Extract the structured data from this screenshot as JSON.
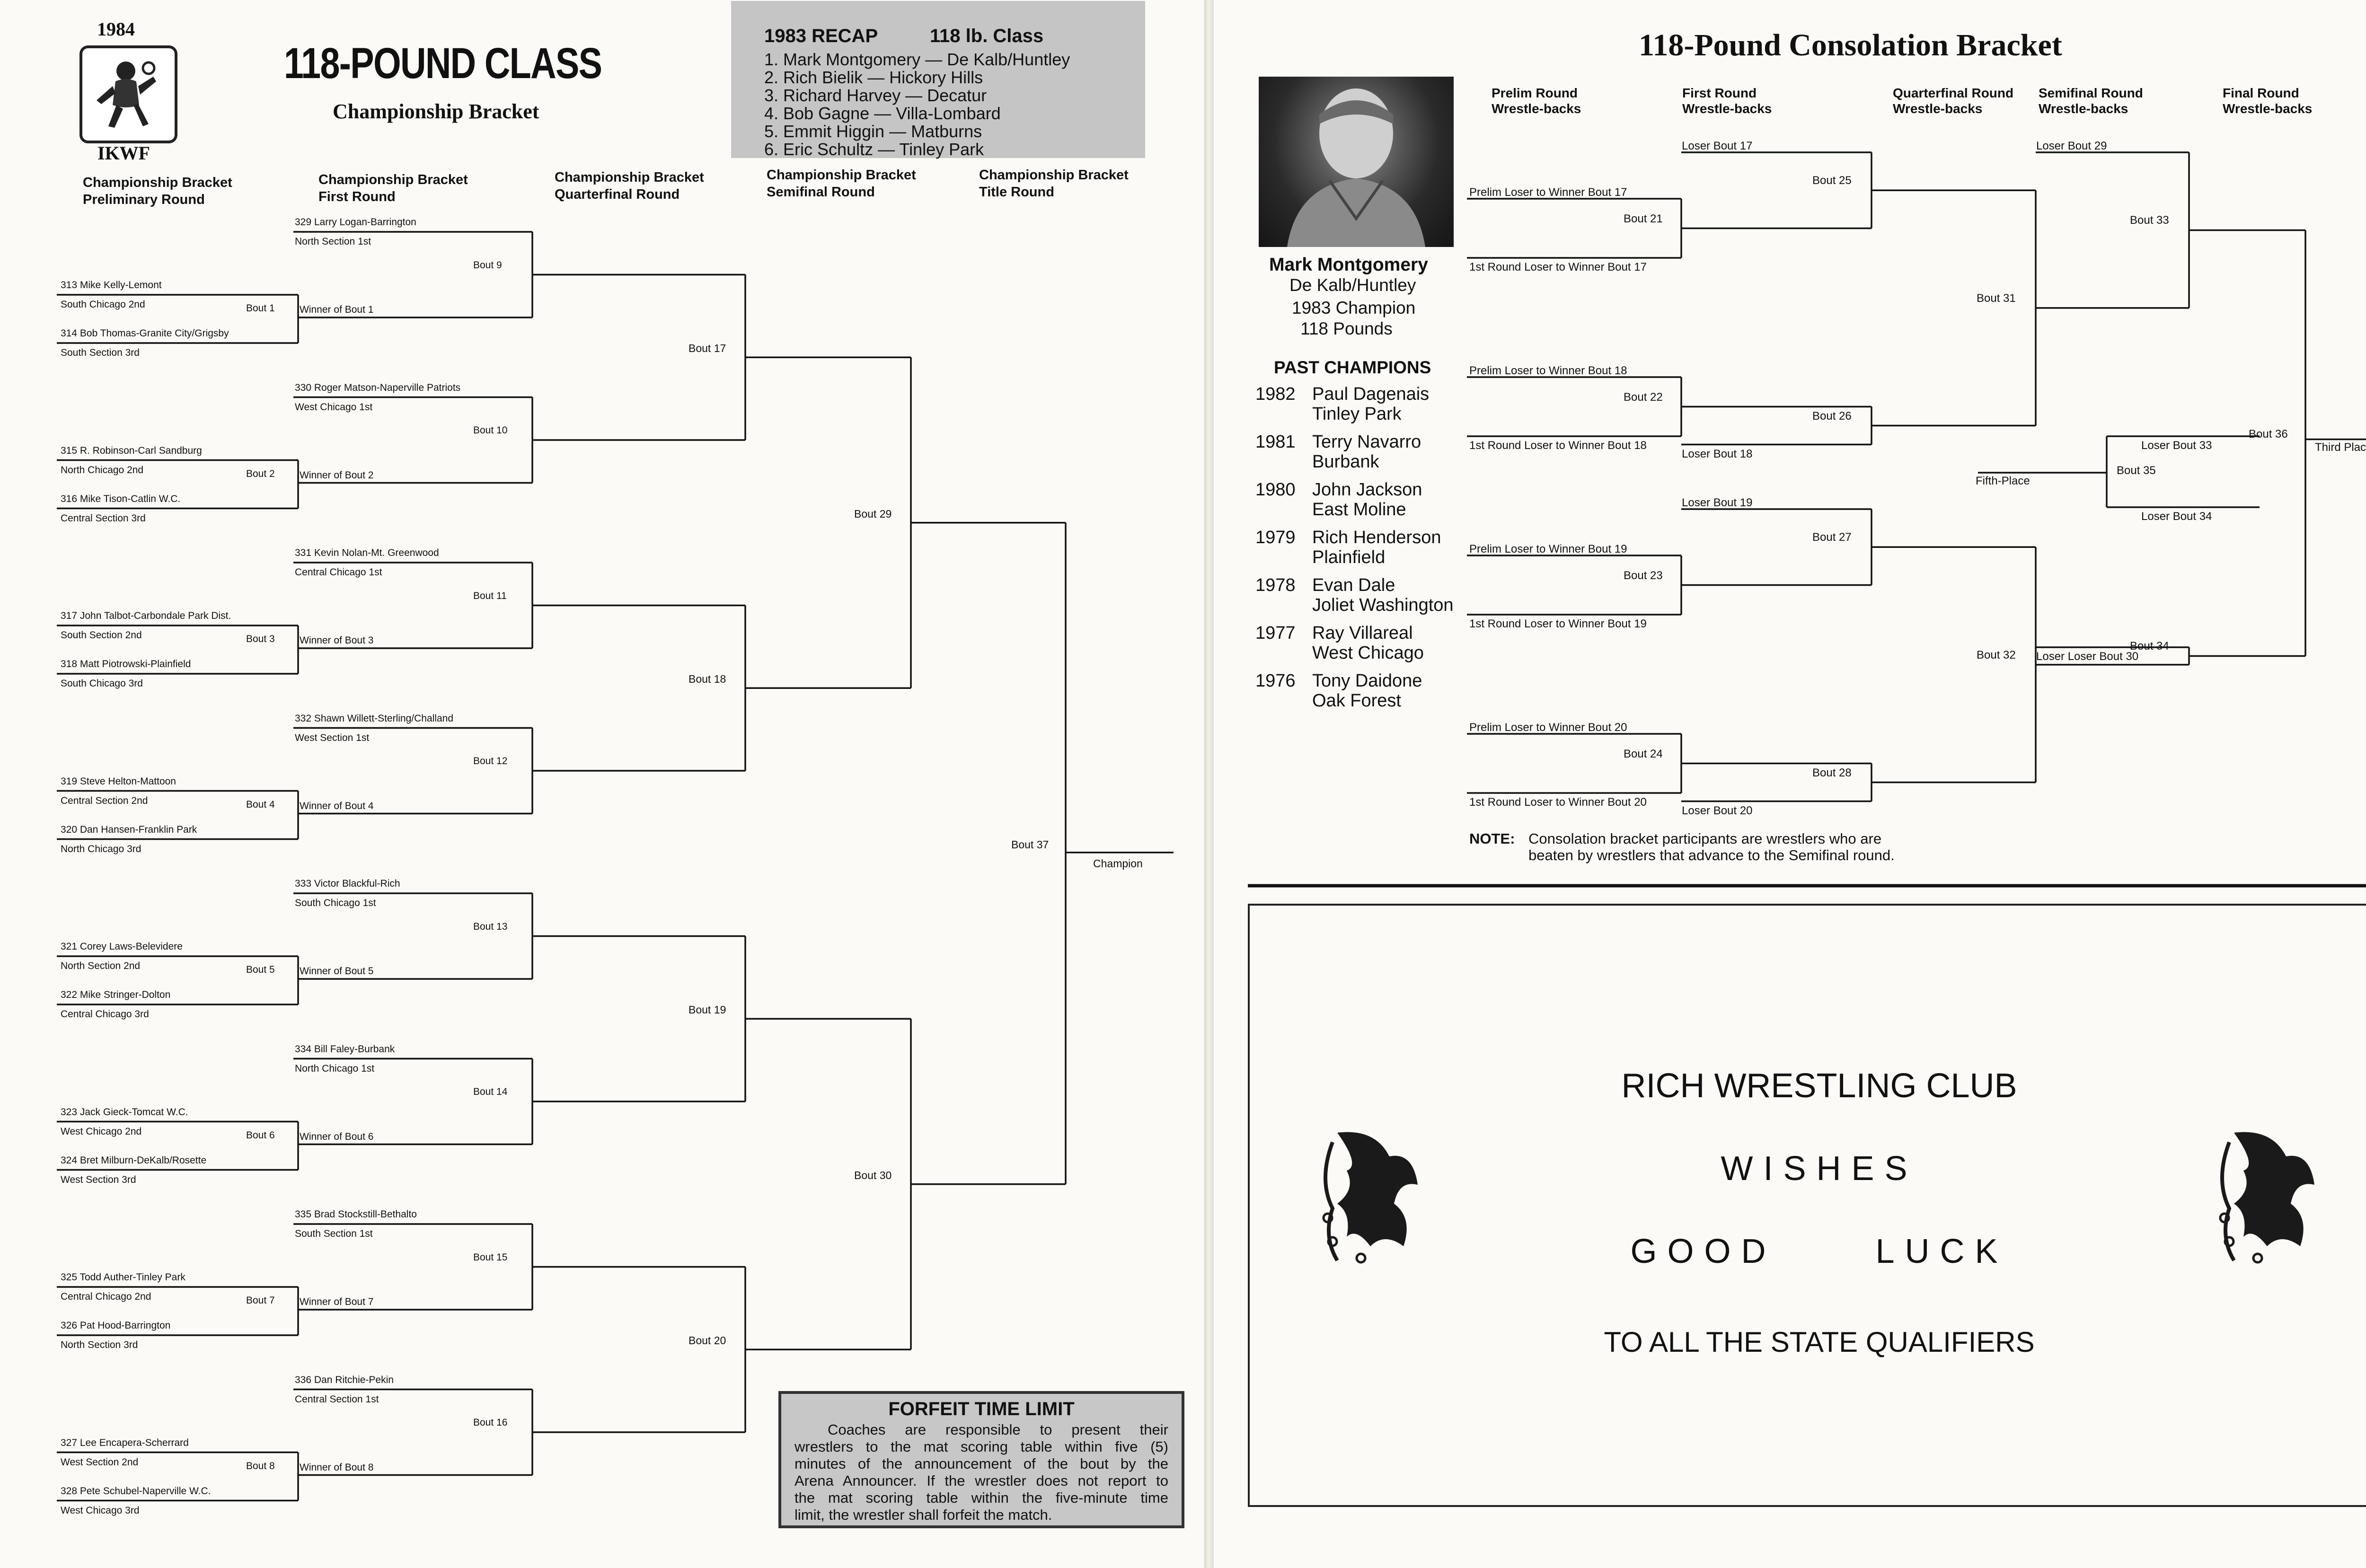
{
  "left_page": {
    "year": "1984",
    "org": "IKWF",
    "title": "118-POUND CLASS",
    "subtitle": "Championship Bracket",
    "round_headers": {
      "prelim": [
        "Championship Bracket",
        "Preliminary Round"
      ],
      "first": [
        "Championship Bracket",
        "First Round"
      ],
      "quarter": [
        "Championship Bracket",
        "Quarterfinal Round"
      ],
      "semi": [
        "Championship Bracket",
        "Semifinal Round"
      ],
      "title_round": [
        "Championship Bracket",
        "Title Round"
      ]
    },
    "recap": {
      "heading": "1983 RECAP",
      "weight": "118 lb. Class",
      "places": [
        "1.  Mark Montgomery — De Kalb/Huntley",
        "2.  Rich Bielik — Hickory Hills",
        "3.  Richard Harvey — Decatur",
        "4.  Bob Gagne — Villa-Lombard",
        "5.  Emmit Higgin — Matburns",
        "6.  Eric Schultz — Tinley Park"
      ]
    },
    "prelims": [
      {
        "top": "313 Mike Kelly-Lemont",
        "top_sec": "South Chicago 2nd",
        "bot": "314 Bob Thomas-Granite City/Grigsby",
        "bot_sec": "South Section 3rd",
        "bout": "Bout 1",
        "winner": "Winner of Bout 1"
      },
      {
        "top": "315 R. Robinson-Carl Sandburg",
        "top_sec": "North Chicago 2nd",
        "bot": "316 Mike Tison-Catlin W.C.",
        "bot_sec": "Central Section 3rd",
        "bout": "Bout 2",
        "winner": "Winner of Bout 2"
      },
      {
        "top": "317 John Talbot-Carbondale Park Dist.",
        "top_sec": "South Section 2nd",
        "bot": "318 Matt Piotrowski-Plainfield",
        "bot_sec": "South Chicago 3rd",
        "bout": "Bout 3",
        "winner": "Winner of Bout 3"
      },
      {
        "top": "319 Steve Helton-Mattoon",
        "top_sec": "Central Section 2nd",
        "bot": "320 Dan Hansen-Franklin Park",
        "bot_sec": "North Chicago 3rd",
        "bout": "Bout 4",
        "winner": "Winner of Bout 4"
      },
      {
        "top": "321 Corey Laws-Belevidere",
        "top_sec": "North Section 2nd",
        "bot": "322 Mike Stringer-Dolton",
        "bot_sec": "Central Chicago 3rd",
        "bout": "Bout 5",
        "winner": "Winner of Bout 5"
      },
      {
        "top": "323 Jack Gieck-Tomcat W.C.",
        "top_sec": "West Chicago 2nd",
        "bot": "324 Bret Milburn-DeKalb/Rosette",
        "bot_sec": "West Section 3rd",
        "bout": "Bout 6",
        "winner": "Winner of Bout 6"
      },
      {
        "top": "325 Todd Auther-Tinley Park",
        "top_sec": "Central Chicago 2nd",
        "bot": "326 Pat Hood-Barrington",
        "bot_sec": "North Section 3rd",
        "bout": "Bout 7",
        "winner": "Winner of Bout 7"
      },
      {
        "top": "327 Lee Encapera-Scherrard",
        "top_sec": "West Section 2nd",
        "bot": "328 Pete Schubel-Naperville W.C.",
        "bot_sec": "West Chicago 3rd",
        "bout": "Bout 8",
        "winner": "Winner of Bout 8"
      }
    ],
    "first_round": [
      {
        "name": "329 Larry Logan-Barrington",
        "sec": "North Section 1st",
        "bout": "Bout  9"
      },
      {
        "name": "330 Roger Matson-Naperville Patriots",
        "sec": "West Chicago 1st",
        "bout": "Bout 10"
      },
      {
        "name": "331 Kevin Nolan-Mt. Greenwood",
        "sec": "Central Chicago 1st",
        "bout": "Bout 11"
      },
      {
        "name": "332 Shawn Willett-Sterling/Challand",
        "sec": "West Section 1st",
        "bout": "Bout 12"
      },
      {
        "name": "333 Victor Blackful-Rich",
        "sec": "South Chicago 1st",
        "bout": "Bout 13"
      },
      {
        "name": "334 Bill Faley-Burbank",
        "sec": "North Chicago 1st",
        "bout": "Bout 14"
      },
      {
        "name": "335 Brad Stockstill-Bethalto",
        "sec": "South Section 1st",
        "bout": "Bout 15"
      },
      {
        "name": "336 Dan Ritchie-Pekin",
        "sec": "Central Section 1st",
        "bout": "Bout 16"
      }
    ],
    "quarter_bouts": [
      "Bout 17",
      "Bout 18",
      "Bout 19",
      "Bout 20"
    ],
    "semi_bouts": [
      "Bout 29",
      "Bout 30"
    ],
    "final_bout": "Bout 37",
    "champion": "Champion",
    "forfeit": {
      "title": "FORFEIT TIME LIMIT",
      "lines": [
        "Coaches are responsible to present their",
        "wrestlers to the mat scoring table within five (5)",
        "minutes of the announcement of the bout by the",
        "Arena Announcer. If the wrestler does not report to",
        "the mat scoring table within the five-minute time",
        "limit, the wrestler shall forfeit the match."
      ]
    }
  },
  "right_page": {
    "title": "118-Pound Consolation Bracket",
    "columns": [
      [
        "Prelim Round",
        "Wrestle-backs"
      ],
      [
        "First Round",
        "Wrestle-backs"
      ],
      [
        "Quarterfinal Round",
        "Wrestle-backs"
      ],
      [
        "Semifinal Round",
        "Wrestle-backs"
      ],
      [
        "Final Round",
        "Wrestle-backs"
      ]
    ],
    "champion_box": {
      "name": "Mark Montgomery",
      "school": "De Kalb/Huntley",
      "line1": "1983 Champion",
      "line2": "118 Pounds"
    },
    "past_champions_heading": "PAST CHAMPIONS",
    "past_champions": [
      {
        "year": "1982",
        "name": "Paul Dagenais",
        "school": "Tinley Park"
      },
      {
        "year": "1981",
        "name": "Terry Navarro",
        "school": "Burbank"
      },
      {
        "year": "1980",
        "name": "John Jackson",
        "school": "East Moline"
      },
      {
        "year": "1979",
        "name": "Rich Henderson",
        "school": "Plainfield"
      },
      {
        "year": "1978",
        "name": "Evan Dale",
        "school": "Joliet Washington"
      },
      {
        "year": "1977",
        "name": "Ray Villareal",
        "school": "West Chicago"
      },
      {
        "year": "1976",
        "name": "Tony Daidone",
        "school": "Oak Forest"
      }
    ],
    "prelim_wb": [
      {
        "top": "Prelim Loser to Winner Bout 17",
        "bot": "1st Round Loser to Winner Bout 17",
        "bout": "Bout 21"
      },
      {
        "top": "Prelim Loser to Winner Bout 18",
        "bot": "1st Round Loser to Winner Bout 18",
        "bout": "Bout 22"
      },
      {
        "top": "Prelim Loser to Winner Bout 19",
        "bot": "1st Round Loser to Winner Bout 19",
        "bout": "Bout 23"
      },
      {
        "top": "Prelim Loser to Winner Bout 20",
        "bot": "1st Round Loser to Winner Bout 20",
        "bout": "Bout 24"
      }
    ],
    "first_wb": [
      {
        "loser": "Loser Bout 17",
        "bout": "Bout 25"
      },
      {
        "loser": "Loser Bout 18",
        "bout": "Bout 26"
      },
      {
        "loser": "Loser Bout 19",
        "bout": "Bout 27"
      },
      {
        "loser": "Loser Bout 20",
        "bout": "Bout 28"
      }
    ],
    "quarter_wb": [
      "Bout 31",
      "Bout 32"
    ],
    "semi_wb": [
      {
        "loser": "Loser Bout 29",
        "bout": "Bout 33"
      },
      {
        "loser": "Loser Loser Bout 30",
        "bout": "Bout 34"
      }
    ],
    "fifth": {
      "label": "Fifth-Place",
      "bout": "Bout 35",
      "top": "Loser Bout 33",
      "bot": "Loser Bout 34"
    },
    "third": {
      "bout": "Bout 36",
      "label": "Third Place"
    },
    "note_label": "NOTE:",
    "note_lines": [
      "Consolation bracket participants are wrestlers who are",
      "beaten by wrestlers that advance to the Semifinal round."
    ],
    "ad": {
      "line1": "RICH WRESTLING CLUB",
      "line2": "WISHES",
      "line3": "GOOD     LUCK",
      "line4": "TO ALL THE STATE QUALIFIERS"
    }
  }
}
